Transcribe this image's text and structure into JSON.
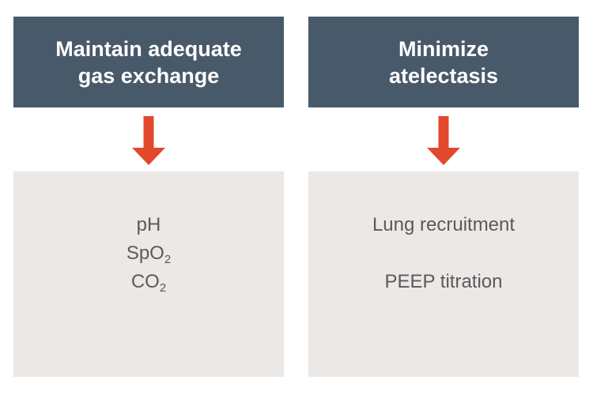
{
  "colors": {
    "header_bg": "#48596A",
    "header_text": "#FFFFFF",
    "arrow": "#E2482C",
    "content_bg": "#ECE8E6",
    "content_text": "#595A5C",
    "page_bg": "#FFFFFF"
  },
  "columns": [
    {
      "id": "gas-exchange",
      "header_lines": [
        "Maintain adequate",
        "gas exchange"
      ],
      "items": [
        {
          "base": "pH",
          "sub": ""
        },
        {
          "base": "SpO",
          "sub": "2"
        },
        {
          "base": "CO",
          "sub": "2"
        }
      ]
    },
    {
      "id": "atelectasis",
      "header_lines": [
        "Minimize",
        "atelectasis"
      ],
      "items": [
        {
          "base": "Lung recruitment",
          "sub": ""
        },
        {
          "base": "PEEP titration",
          "sub": ""
        }
      ]
    }
  ]
}
